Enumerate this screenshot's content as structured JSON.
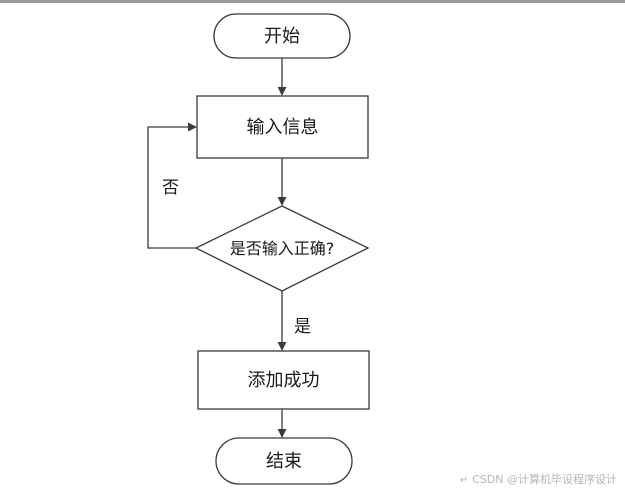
{
  "flowchart": {
    "start_label": "开始",
    "input_label": "输入信息",
    "decision_label": "是否输入正确?",
    "success_label": "添加成功",
    "end_label": "结束",
    "no_label": "否",
    "yes_label": "是"
  },
  "watermark": {
    "icon": "return-arrow-icon",
    "text": "CSDN @计算机毕设程序设计"
  },
  "colors": {
    "stroke": "#3a3a3a",
    "top_rule": "#9a9a9a",
    "watermark": "#b5b5b5"
  }
}
